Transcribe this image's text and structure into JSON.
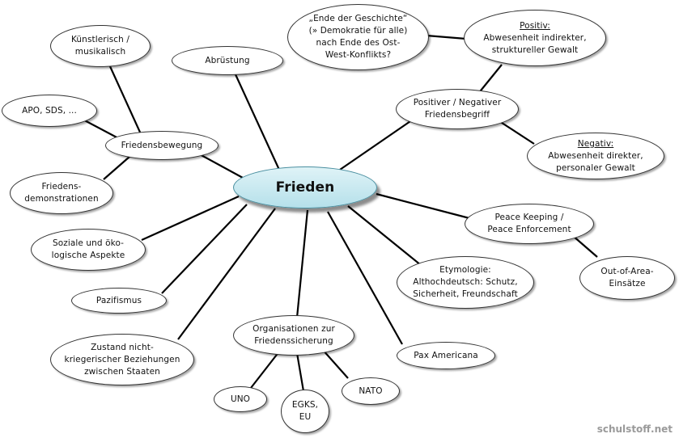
{
  "center": {
    "label": "Frieden"
  },
  "nodes": {
    "kuenstlerisch": [
      "Künstlerisch /",
      "musikalisch"
    ],
    "abruestung": [
      "Abrüstung"
    ],
    "ende_geschichte": [
      "„Ende der Geschichte“",
      "(» Demokratie für alle)",
      "nach Ende des Ost-",
      "West-Konflikts?"
    ],
    "positiv": {
      "heading": "Positiv:",
      "lines": [
        "Abwesenheit indirekter,",
        "struktureller Gewalt"
      ]
    },
    "apo": [
      "APO, SDS, ..."
    ],
    "friedensbewegung": [
      "Friedensbewegung"
    ],
    "pos_neg": [
      "Positiver / Negativer",
      "Friedensbegriff"
    ],
    "negativ": {
      "heading": "Negativ:",
      "lines": [
        "Abwesenheit direkter,",
        "personaler Gewalt"
      ]
    },
    "demonstrationen": [
      "Friedens-",
      "demonstrationen"
    ],
    "peace_keeping": [
      "Peace Keeping /",
      "Peace Enforcement"
    ],
    "soziale": [
      "Soziale und öko-",
      "logische Aspekte"
    ],
    "out_of_area": [
      "Out-of-Area-",
      "Einsätze"
    ],
    "etymologie": [
      "Etymologie:",
      "Althochdeutsch: Schutz,",
      "Sicherheit, Freundschaft"
    ],
    "pazifismus": [
      "Pazifismus"
    ],
    "organisationen": [
      "Organisationen zur",
      "Friedenssicherung"
    ],
    "zustand": [
      "Zustand nicht-",
      "kriegerischer Beziehungen",
      "zwischen Staaten"
    ],
    "pax_americana": [
      "Pax Americana"
    ],
    "uno": [
      "UNO"
    ],
    "egks": [
      "EGKS,",
      "EU"
    ],
    "nato": [
      "NATO"
    ]
  },
  "watermark": "schulstoff.net",
  "colors": {
    "line": "#000000",
    "center_fill_top": "#dff3f7",
    "center_fill_bottom": "#b5e0ea",
    "watermark": "#9a9a9a"
  }
}
